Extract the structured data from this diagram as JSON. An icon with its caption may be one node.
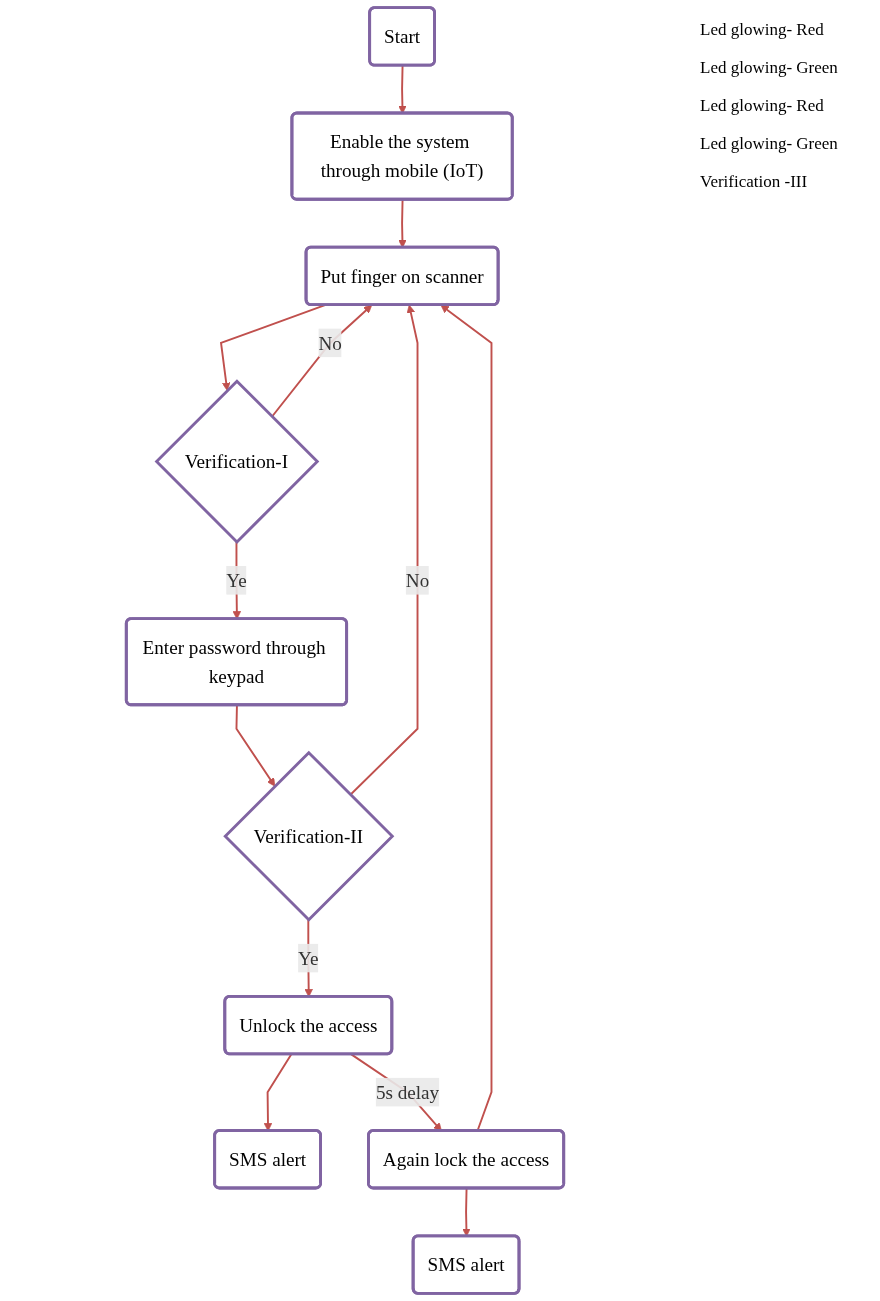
{
  "diagram": {
    "nodes": [
      {
        "text": [
          "Start"
        ]
      },
      {
        "text": [
          "Enable the system through mobile (IoT)"
        ]
      },
      {
        "text": [
          "Put finger on scanner"
        ]
      },
      {
        "text": [
          "Verification-I"
        ]
      },
      {
        "text": [
          "Enter password through keypad"
        ]
      },
      {
        "text": [
          "Verification-II"
        ]
      },
      {
        "text": [
          "Unlock the access"
        ]
      },
      {
        "text": [
          "SMS alert"
        ]
      },
      {
        "text": [
          "Again lock the access"
        ]
      },
      {
        "text": [
          "SMS alert"
        ]
      }
    ],
    "edges": [
      {
        "from": 0,
        "to": 1,
        "arrow": "to"
      },
      {
        "from": 1,
        "to": 2,
        "arrow": "to"
      },
      {
        "from": 2,
        "to": 3,
        "arrow": "to"
      },
      {
        "from": 3,
        "to": 2,
        "arrow": "to",
        "label": "No"
      },
      {
        "from": 3,
        "to": 4,
        "arrow": "to",
        "label": "Ye"
      },
      {
        "from": 4,
        "to": 5,
        "arrow": "to"
      },
      {
        "from": 5,
        "to": 2,
        "arrow": "to",
        "label": "No"
      },
      {
        "from": 5,
        "to": 6,
        "arrow": "to",
        "label": "Ye"
      },
      {
        "from": 6,
        "to": 7,
        "arrow": "to"
      },
      {
        "from": 6,
        "to": 8,
        "arrow": "to",
        "label": "5s delay"
      },
      {
        "from": 8,
        "to": 2,
        "arrow": "to"
      },
      {
        "from": 8,
        "to": 9,
        "arrow": "to"
      }
    ],
    "labels": [
      "Led glowing- Red",
      "Led glowing- Green",
      "Led glowing- Red",
      "Led glowing- Green",
      "Verification -III"
    ]
  }
}
